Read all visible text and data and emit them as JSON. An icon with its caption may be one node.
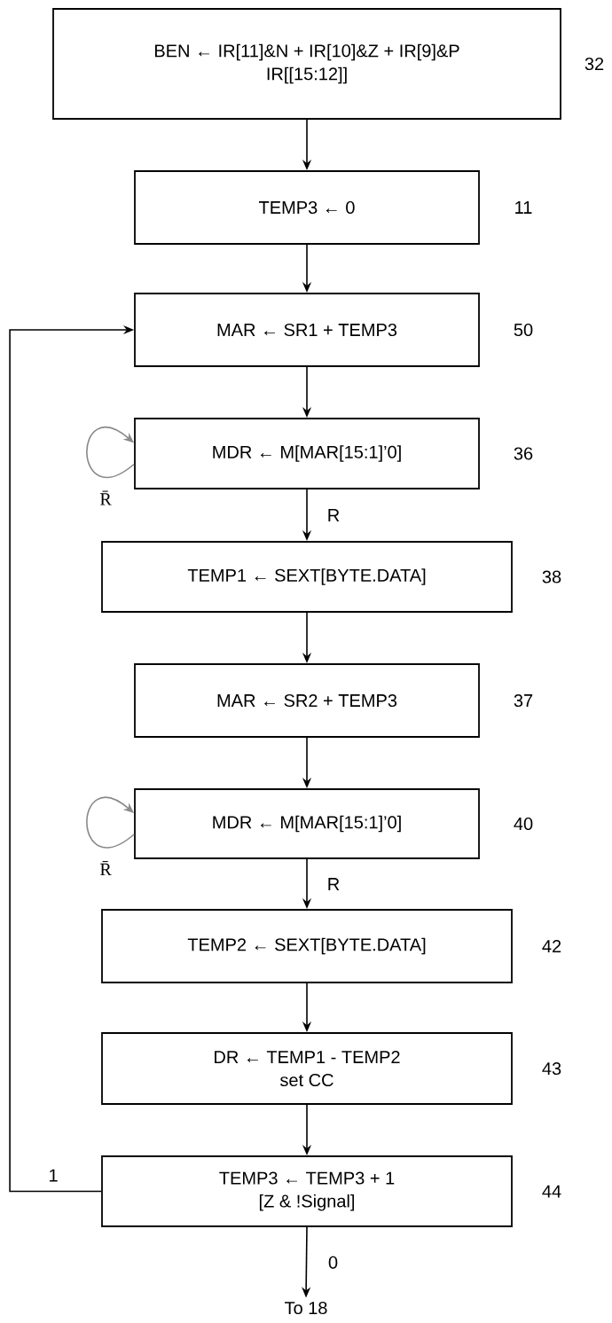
{
  "diagram": {
    "nodes": [
      {
        "text": [
          "BEN ← IR[11]&N + IR[10]&Z + IR[9]&P",
          "IR[[15:12]]"
        ],
        "beside": [
          "32"
        ]
      },
      {
        "text": [
          "TEMP3 ← 0"
        ],
        "beside": [
          "11"
        ]
      },
      {
        "text": [
          "MAR ← SR1 + TEMP3"
        ],
        "beside": [
          "50"
        ]
      },
      {
        "text": [
          "MDR ← M[MAR[15:1]’0]"
        ],
        "beside": [
          "36"
        ]
      },
      {
        "text": [
          "TEMP1 ← SEXT[BYTE.DATA]"
        ],
        "beside": [
          "38"
        ]
      },
      {
        "text": [
          "MAR ← SR2 + TEMP3"
        ],
        "beside": [
          "37"
        ]
      },
      {
        "text": [
          "MDR ← M[MAR[15:1]’0]"
        ],
        "beside": [
          "40"
        ]
      },
      {
        "text": [
          "TEMP2 ← SEXT[BYTE.DATA]"
        ],
        "beside": [
          "42"
        ]
      },
      {
        "text": [
          "DR ← TEMP1 - TEMP2",
          "set CC"
        ],
        "beside": [
          "43"
        ]
      },
      {
        "text": [
          "TEMP3 ← TEMP3 + 1",
          "[Z & !Signal]"
        ],
        "beside": [
          "44"
        ]
      },
      {
        "text": [
          "To 18"
        ]
      }
    ],
    "edges": [
      {
        "from": 0,
        "to": 1,
        "arrow": "to"
      },
      {
        "from": 1,
        "to": 2,
        "arrow": "to"
      },
      {
        "from": 2,
        "to": 3,
        "arrow": "to"
      },
      {
        "from": 3,
        "to": 3,
        "arrow": "to",
        "label": "R̄",
        "color": "#8a8a8a"
      },
      {
        "from": 3,
        "to": 4,
        "arrow": "to",
        "label": "R"
      },
      {
        "from": 4,
        "to": 5,
        "arrow": "to"
      },
      {
        "from": 5,
        "to": 6,
        "arrow": "to"
      },
      {
        "from": 6,
        "to": 6,
        "arrow": "to",
        "label": "R̄",
        "color": "#8a8a8a"
      },
      {
        "from": 6,
        "to": 7,
        "arrow": "to",
        "label": "R"
      },
      {
        "from": 7,
        "to": 8,
        "arrow": "to"
      },
      {
        "from": 8,
        "to": 9,
        "arrow": "to"
      },
      {
        "from": 9,
        "to": 2,
        "arrow": "to",
        "label": "1"
      },
      {
        "from": 9,
        "to": 10,
        "arrow": "to",
        "label": "0"
      }
    ]
  }
}
